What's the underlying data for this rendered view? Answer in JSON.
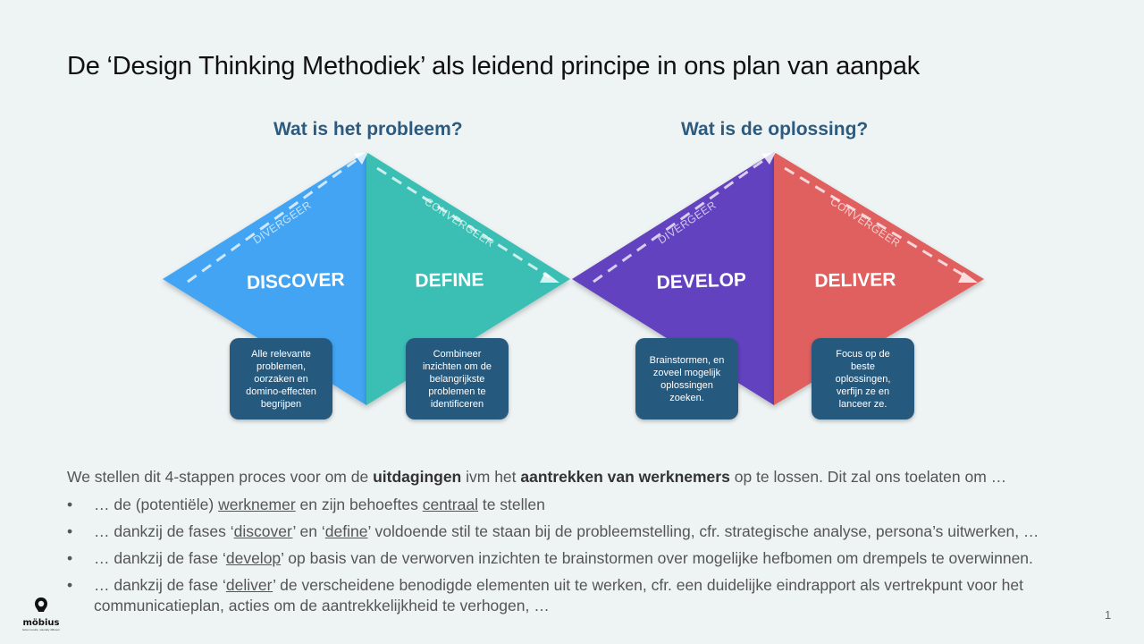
{
  "title": "De ‘Design Thinking Methodiek’ als leidend principe in ons plan van aanpak",
  "questions": {
    "problem": "Wat is het probleem?",
    "solution": "Wat is de oplossing?"
  },
  "phases": [
    {
      "name": "DISCOVER",
      "direction": "DIVERGEER",
      "color": "#42a4f2",
      "description": "Alle relevante problemen, oorzaken en domino-effecten begrijpen"
    },
    {
      "name": "DEFINE",
      "direction": "CONVERGEER",
      "color": "#3bbfb4",
      "description": "Combineer inzichten om de belangrijkste problemen te identificeren"
    },
    {
      "name": "DEVELOP",
      "direction": "DIVERGEER",
      "color": "#6442bf",
      "description": "Brainstormen, en zoveel mogelijk oplossingen zoeken."
    },
    {
      "name": "DELIVER",
      "direction": "CONVERGEER",
      "color": "#e05f5f",
      "description": "Focus op de beste oplossingen, verfijn ze en lanceer ze."
    }
  ],
  "intro": {
    "p1": "We stellen dit 4-stappen proces voor om de ",
    "b1": "uitdagingen",
    "p2": " ivm het ",
    "b2": "aantrekken van werknemers",
    "p3": " op te lossen. Dit zal ons toelaten om …"
  },
  "bullets": {
    "b1": {
      "p1": "… de (potentiële) ",
      "u1": "werknemer",
      "p2": " en zijn behoeftes ",
      "u2": "centraal",
      "p3": " te stellen"
    },
    "b2": {
      "p1": "… dankzij de fases ‘",
      "u1": "discover",
      "p2": "’ en ‘",
      "u2": "define",
      "p3": "’ voldoende stil te staan bij de probleemstelling, cfr. strategische analyse, persona’s uitwerken, …"
    },
    "b3": {
      "p1": "… dankzij de fase ‘",
      "u1": "develop",
      "p2": "’ op basis van de verworven inzichten te brainstormen over mogelijke hefbomen om drempels te overwinnen."
    },
    "b4": {
      "p1": "… dankzij de fase ‘",
      "u1": "deliver",
      "p2": "’ de verscheidene benodigde elementen uit te werken, cfr. een duidelijke eindrapport als vertrekpunt voor het communicatieplan, acties om de aantrekkelijkheid te verhogen, …"
    }
  },
  "logo": {
    "name": "möbius",
    "tagline": "better results, naturally different"
  },
  "page_number": "1",
  "colors": {
    "question": "#2e5a7e",
    "box": "#26597e",
    "background": "#eef3f4"
  }
}
